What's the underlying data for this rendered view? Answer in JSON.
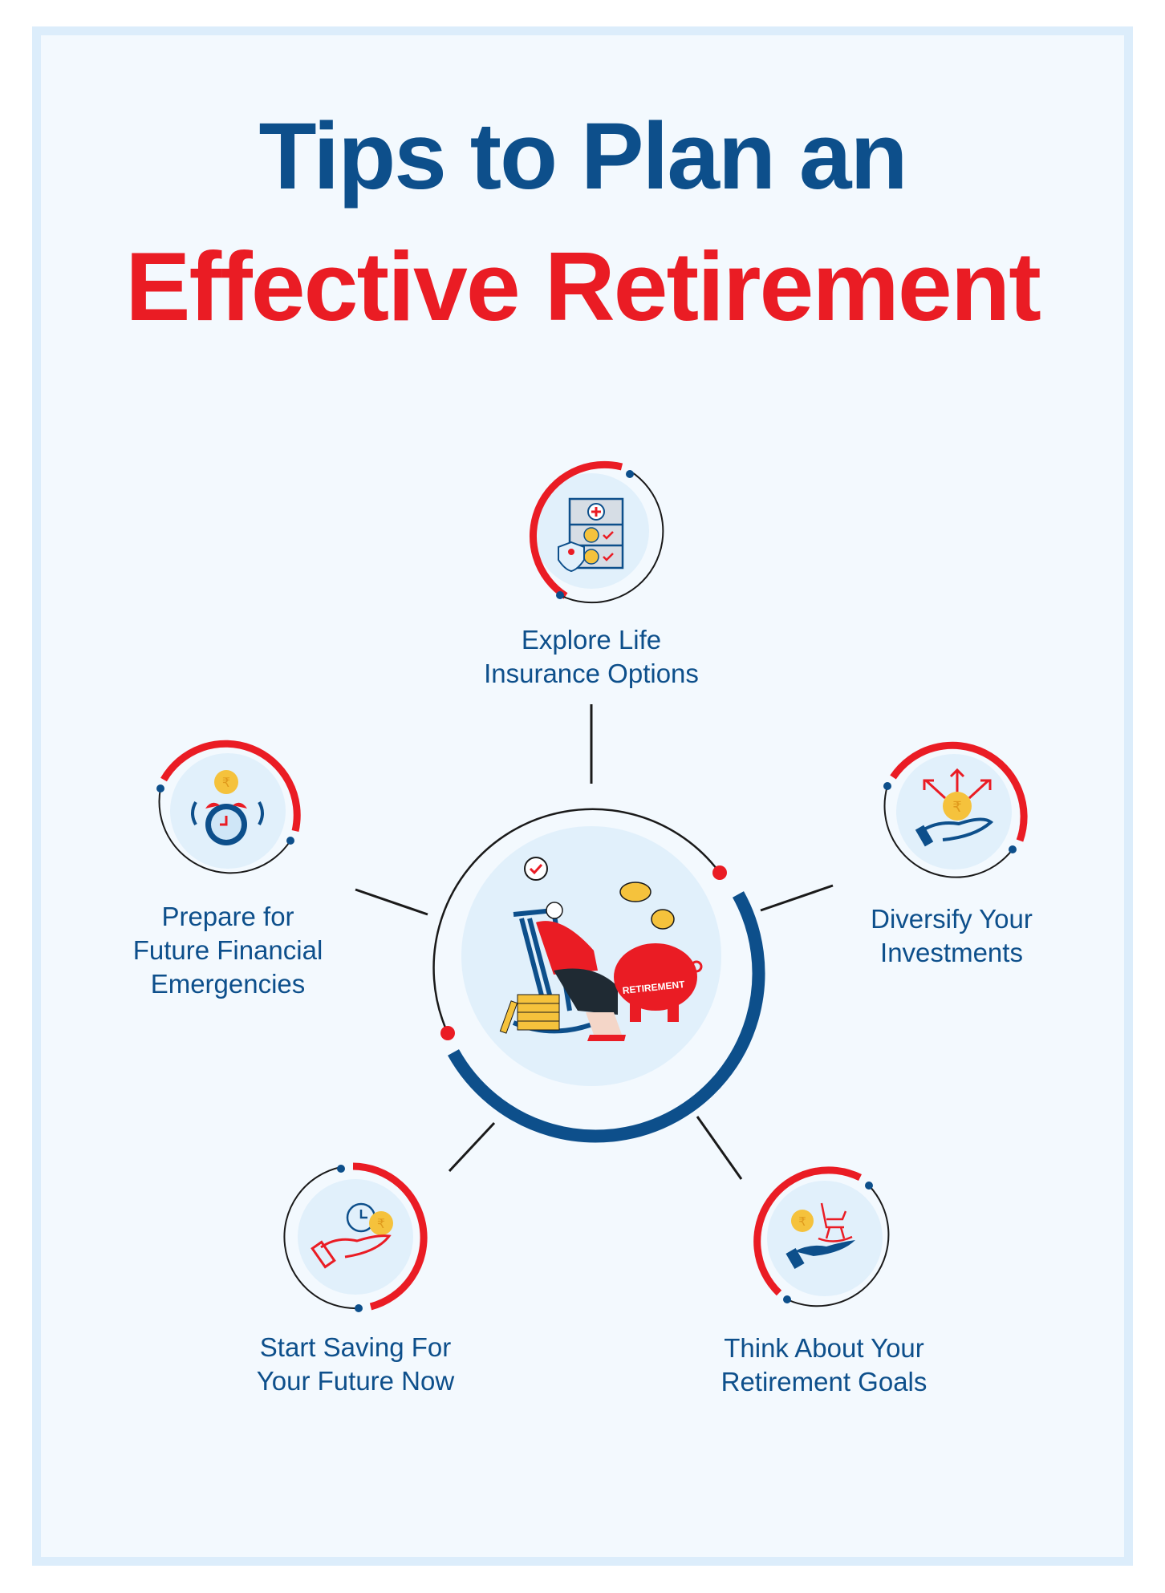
{
  "title": {
    "line1": "Tips to Plan an",
    "line2": "Effective Retirement"
  },
  "colors": {
    "blue": "#0d4f8b",
    "red": "#ea1c24",
    "frame": "#dcedfb",
    "panel": "#f3f9fe",
    "circle_fill": "#e1f0fb",
    "coin": "#f5c23c"
  },
  "center": {
    "illustration": "woman-in-rocking-chair-with-piggy-bank",
    "piggy_bank_text": "RETIREMENT"
  },
  "tips": [
    {
      "id": "life-insurance",
      "icon": "insurance-document-icon",
      "line1": "Explore Life",
      "line2": "Insurance Options"
    },
    {
      "id": "emergencies",
      "icon": "alarm-clock-rupee-icon",
      "line1": "Prepare for",
      "line2": "Future Financial",
      "line3": "Emergencies"
    },
    {
      "id": "diversify",
      "icon": "hand-rupee-arrows-icon",
      "line1": "Diversify Your",
      "line2": "Investments"
    },
    {
      "id": "start-saving",
      "icon": "hand-clock-rupee-icon",
      "line1": "Start Saving For",
      "line2": "Your Future Now"
    },
    {
      "id": "retirement-goals",
      "icon": "hand-rocking-chair-rupee-icon",
      "line1": "Think About Your",
      "line2": "Retirement Goals"
    }
  ]
}
